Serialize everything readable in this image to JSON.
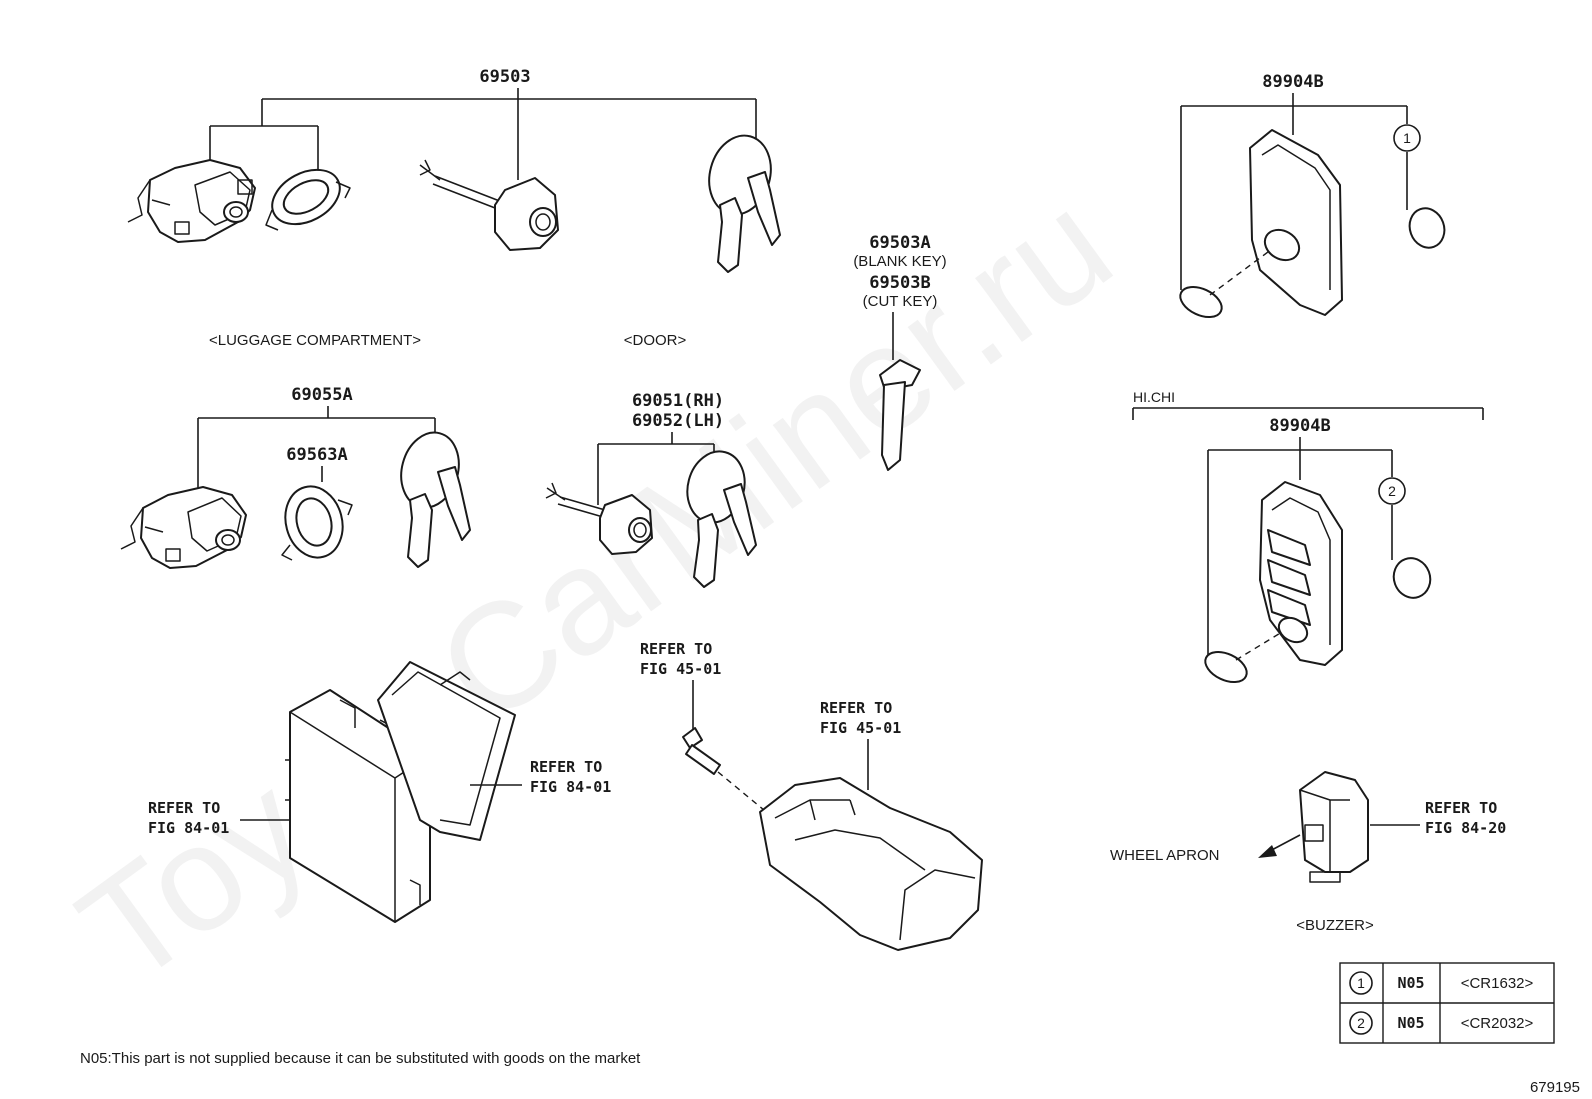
{
  "watermark": "ToyotaCarMiner.ru",
  "parts": {
    "p69503": "69503",
    "p69503A": "69503A",
    "blank_key": "(BLANK KEY)",
    "p69503B": "69503B",
    "cut_key": "(CUT KEY)",
    "p69055A": "69055A",
    "p69563A": "69563A",
    "p69051": "69051(RH)",
    "p69052": "69052(LH)",
    "p89904B_top": "89904B",
    "p89904B_bottom": "89904B"
  },
  "captions": {
    "luggage": "<LUGGAGE COMPARTMENT>",
    "door": "<DOOR>",
    "buzzer": "<BUZZER>",
    "hichi": "HI.CHI",
    "wheel_apron": "WHEEL APRON"
  },
  "refs": {
    "fig4501_a_l1": "REFER TO",
    "fig4501_a_l2": "FIG 45-01",
    "fig4501_b_l1": "REFER TO",
    "fig4501_b_l2": "FIG 45-01",
    "fig8401_a_l1": "REFER TO",
    "fig8401_a_l2": "FIG 84-01",
    "fig8401_b_l1": "REFER TO",
    "fig8401_b_l2": "FIG 84-01",
    "fig8420_l1": "REFER TO",
    "fig8420_l2": "FIG 84-20"
  },
  "callouts": {
    "c1": "1",
    "c2": "2"
  },
  "battery_table": [
    {
      "circle": "1",
      "code": "N05",
      "battery": "<CR1632>"
    },
    {
      "circle": "2",
      "code": "N05",
      "battery": "<CR2032>"
    }
  ],
  "footnote": "N05:This part is not supplied because it can be substituted with goods on the market",
  "figure_id": "679195"
}
